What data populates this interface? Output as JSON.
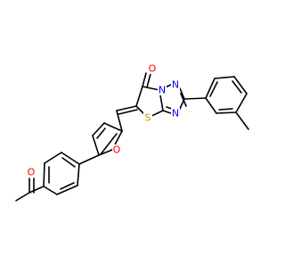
{
  "molecule": {
    "atoms": {
      "ketone_oxygen": {
        "symbol": "O",
        "color": "#ff0000"
      },
      "furan_oxygen": {
        "symbol": "O",
        "color": "#ff0000"
      },
      "sulfur": {
        "symbol": "S",
        "color": "#b8a400"
      },
      "carbonyl_oxygen": {
        "symbol": "O",
        "color": "#ff0000"
      },
      "bridge_nitrogen": {
        "symbol": "N",
        "color": "#0000ff"
      },
      "upper_nitrogen": {
        "symbol": "N",
        "color": "#0000ff"
      },
      "lower_nitrogen": {
        "symbol": "N",
        "color": "#0000ff"
      }
    }
  }
}
